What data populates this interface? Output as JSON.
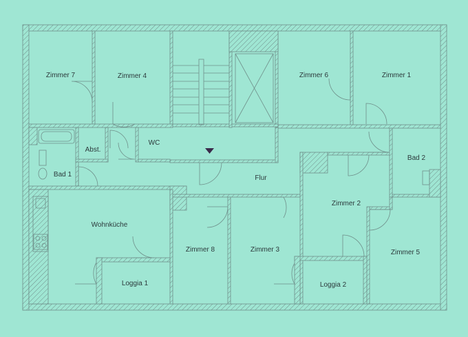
{
  "plan": {
    "background_color": "#9fe6d3",
    "wall_color": "#6f8f8a",
    "marker_color": "#3a2a4a",
    "rooms": {
      "zimmer7": "Zimmer 7",
      "zimmer4": "Zimmer 4",
      "zimmer6": "Zimmer 6",
      "zimmer1": "Zimmer 1",
      "abst": "Abst.",
      "wc": "WC",
      "bad1": "Bad 1",
      "bad2": "Bad 2",
      "flur": "Flur",
      "zimmer2": "Zimmer 2",
      "wohnkueche": "Wohnküche",
      "zimmer8": "Zimmer 8",
      "zimmer3": "Zimmer 3",
      "zimmer5": "Zimmer 5",
      "loggia1": "Loggia 1",
      "loggia2": "Loggia 2"
    }
  }
}
